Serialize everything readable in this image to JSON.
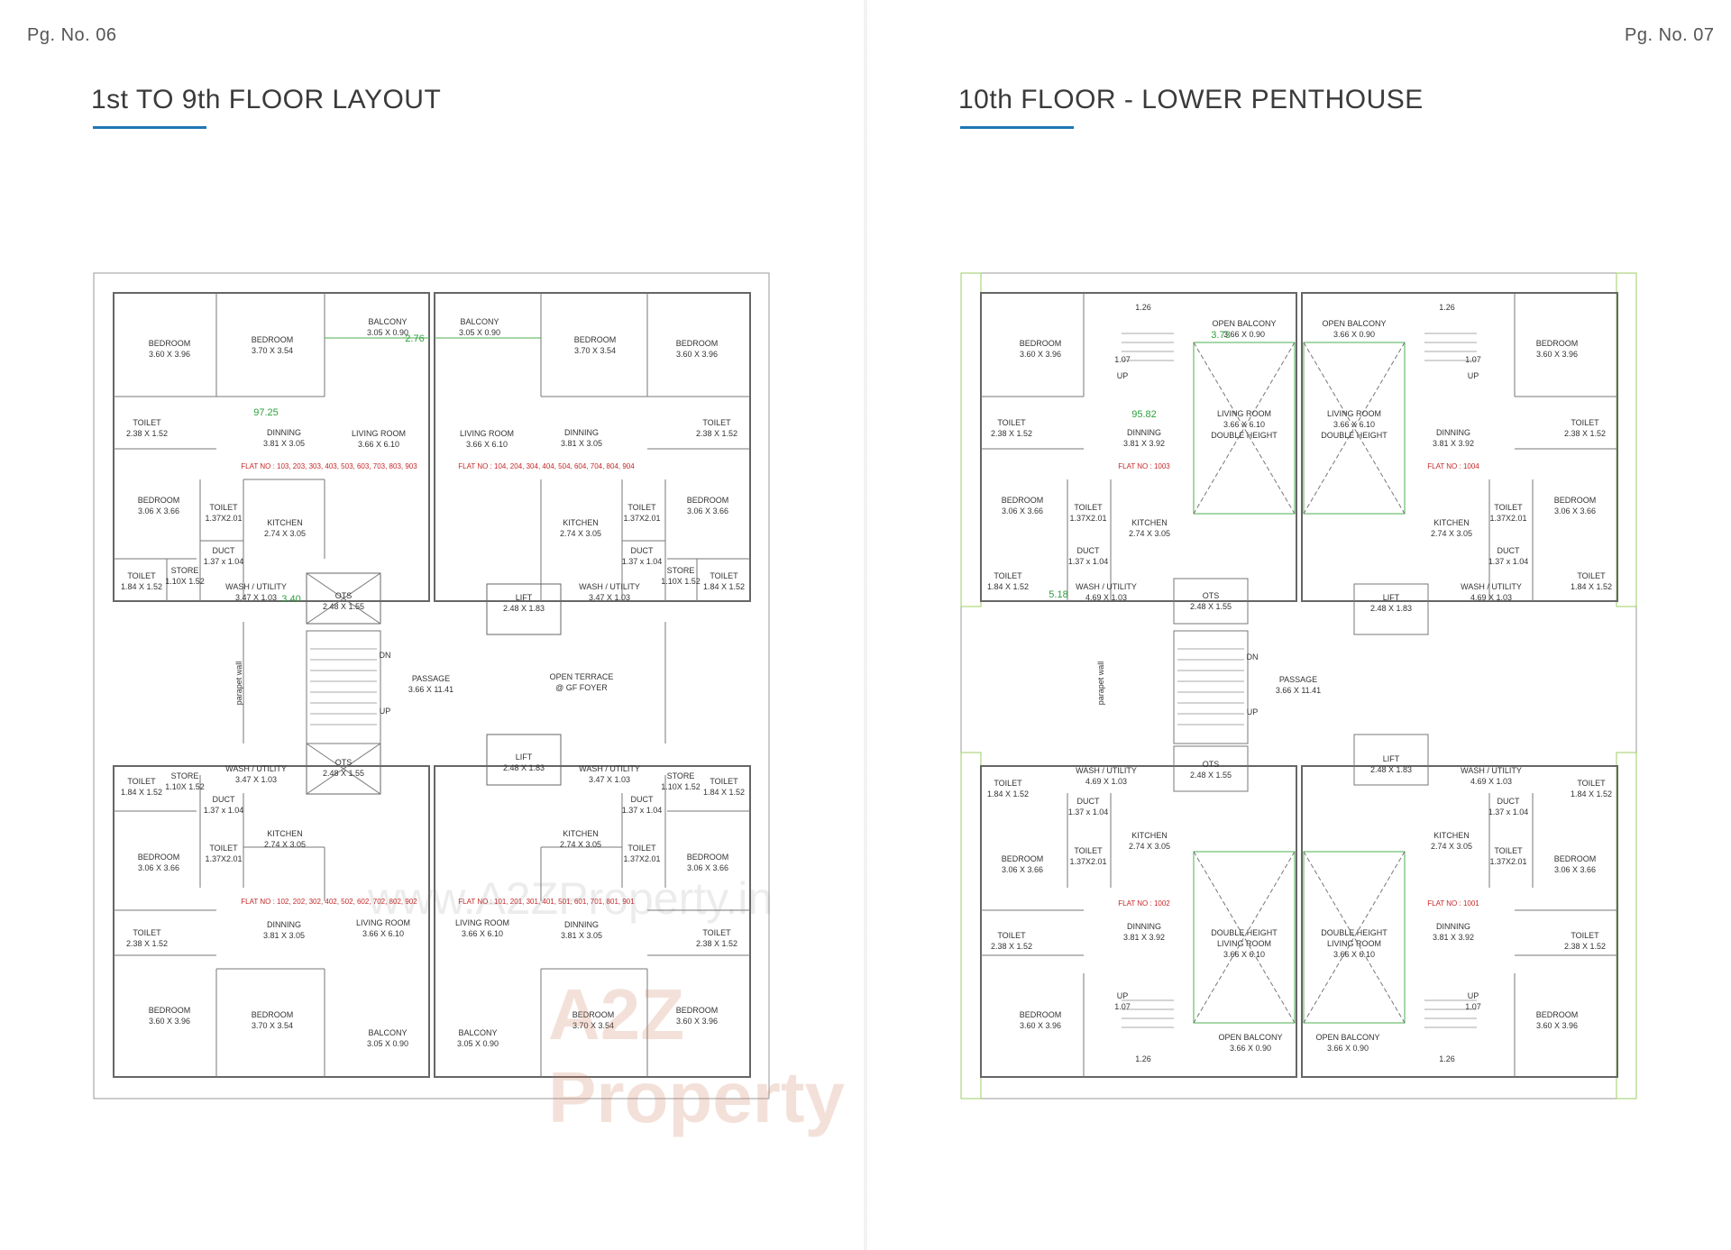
{
  "pages": [
    {
      "page_no": "Pg. No. 06",
      "title": "1st TO 9th FLOOR LAYOUT"
    },
    {
      "page_no": "Pg. No. 07",
      "title": "10th FLOOR - LOWER PENTHOUSE"
    }
  ],
  "accent_color": "#1f77b4",
  "plan1": {
    "bedroom": "BEDROOM",
    "toilet": "TOILET",
    "kitchen": "KITCHEN",
    "dinning": "DINNING",
    "living": "LIVING ROOM",
    "balcony": "BALCONY",
    "wash": "WASH / UTILITY",
    "store": "STORE",
    "duct": "DUCT",
    "ots": "OTS",
    "lift": "LIFT",
    "passage": "PASSAGE",
    "open_terrace": "OPEN TERRACE",
    "gf_foyer": "@ GF FOYER",
    "parapet": "parapet wall",
    "dn": "DN",
    "up": "UP",
    "d_bed_a": "3.60 X 3.96",
    "d_bed_b": "3.70 X 3.54",
    "d_bed_c": "3.06 X 3.66",
    "d_toilet_a": "2.38 X 1.52",
    "d_toilet_b": "1.37X2.01",
    "d_toilet_c": "1.84 X 1.52",
    "d_kitchen": "2.74 X 3.05",
    "d_dinning": "3.81 X 3.05",
    "d_living": "3.66 X 6.10",
    "d_balcony": "3.05 X 0.90",
    "d_wash": "3.47 X 1.03",
    "d_store": "1.10X 1.52",
    "d_duct": "1.37 x 1.04",
    "d_ots": "2.48 X 1.55",
    "d_lift": "2.48 X 1.83",
    "d_passage": "3.66 X 11.41",
    "area_main": "97.25",
    "area_balcony": "2.76",
    "area_wash": "3.40",
    "flat_tl": "FLAT NO : 103, 203, 303, 403, 503, 603, 703, 803, 903",
    "flat_tr": "FLAT NO : 104, 204, 304, 404, 504, 604, 704, 804, 904",
    "flat_bl": "FLAT NO : 102, 202, 302, 402, 502, 602, 702, 802, 902",
    "flat_br": "FLAT NO : 101, 201, 301, 401, 501, 601, 701, 801, 901"
  },
  "plan2": {
    "bedroom": "BEDROOM",
    "toilet": "TOILET",
    "kitchen": "KITCHEN",
    "dinning": "DINNING",
    "living": "LIVING ROOM",
    "double_height": "DOUBLE HEIGHT",
    "open_balcony": "OPEN BALCONY",
    "wash": "WASH / UTILITY",
    "duct": "DUCT",
    "ots": "OTS",
    "lift": "LIFT",
    "passage": "PASSAGE",
    "parapet": "parapet wall",
    "dn": "DN",
    "up": "UP",
    "d_bed_a": "3.60 X 3.96",
    "d_bed_c": "3.06 X 3.66",
    "d_toilet_a": "2.38 X 1.52",
    "d_toilet_b": "1.37X2.01",
    "d_toilet_c": "1.84 X 1.52",
    "d_kitchen": "2.74 X 3.05",
    "d_dinning": "3.81 X 3.92",
    "d_living": "3.66 X 6.10",
    "d_balcony": "3.66 X 0.90",
    "d_wash": "4.69 X 1.03",
    "d_duct": "1.37 x 1.04",
    "d_ots": "2.48 X 1.55",
    "d_lift": "2.48 X 1.83",
    "d_passage": "3.66 X 11.41",
    "d_stair_a": "1.26",
    "d_stair_b": "1.07",
    "area_main": "95.82",
    "area_balcony": "3.73",
    "area_wash": "5.18",
    "flat_tl": "FLAT NO : 1003",
    "flat_tr": "FLAT NO : 1004",
    "flat_bl": "FLAT NO : 1002",
    "flat_br": "FLAT NO : 1001"
  },
  "watermark": {
    "url": "www.A2ZProperty.in",
    "logo": "A2Z Property"
  }
}
